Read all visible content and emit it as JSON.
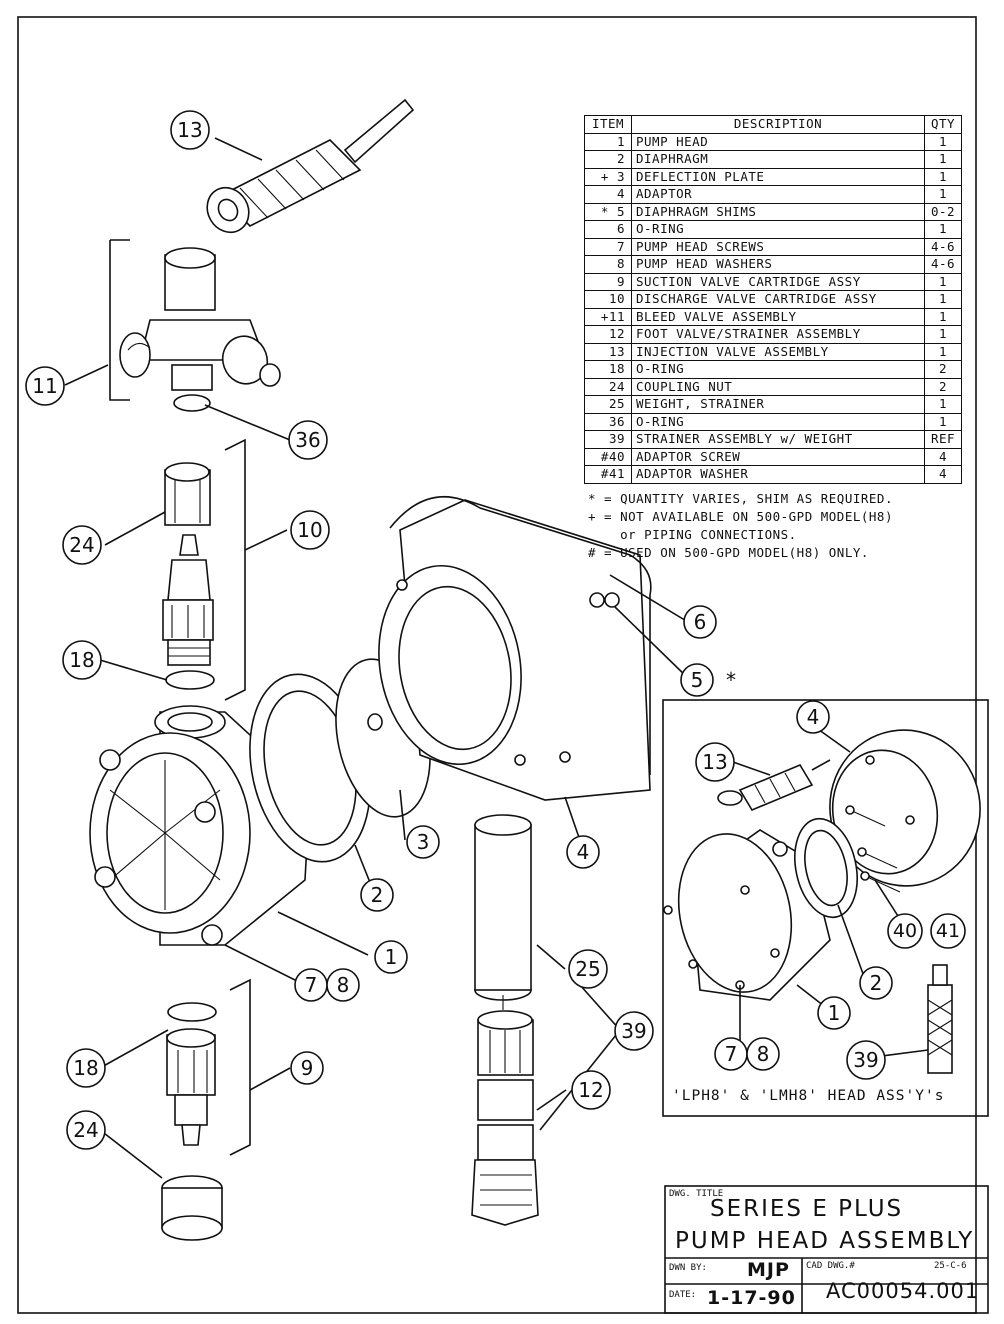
{
  "bom": {
    "headers": {
      "item": "ITEM",
      "description": "DESCRIPTION",
      "qty": "QTY"
    },
    "rows": [
      {
        "item": "1",
        "description": "PUMP HEAD",
        "qty": "1"
      },
      {
        "item": "2",
        "description": "DIAPHRAGM",
        "qty": "1"
      },
      {
        "item": "+ 3",
        "description": "DEFLECTION PLATE",
        "qty": "1"
      },
      {
        "item": "4",
        "description": "ADAPTOR",
        "qty": "1"
      },
      {
        "item": "* 5",
        "description": "DIAPHRAGM SHIMS",
        "qty": "0-2"
      },
      {
        "item": "6",
        "description": "O-RING",
        "qty": "1"
      },
      {
        "item": "7",
        "description": "PUMP HEAD SCREWS",
        "qty": "4-6"
      },
      {
        "item": "8",
        "description": "PUMP HEAD WASHERS",
        "qty": "4-6"
      },
      {
        "item": "9",
        "description": "SUCTION VALVE CARTRIDGE ASSY",
        "qty": "1"
      },
      {
        "item": "10",
        "description": "DISCHARGE VALVE CARTRIDGE ASSY",
        "qty": "1"
      },
      {
        "item": "+11",
        "description": "BLEED VALVE ASSEMBLY",
        "qty": "1"
      },
      {
        "item": "12",
        "description": "FOOT VALVE/STRAINER ASSEMBLY",
        "qty": "1"
      },
      {
        "item": "13",
        "description": "INJECTION VALVE ASSEMBLY",
        "qty": "1"
      },
      {
        "item": "18",
        "description": "O-RING",
        "qty": "2"
      },
      {
        "item": "24",
        "description": "COUPLING NUT",
        "qty": "2"
      },
      {
        "item": "25",
        "description": "WEIGHT, STRAINER",
        "qty": "1"
      },
      {
        "item": "36",
        "description": "O-RING",
        "qty": "1"
      },
      {
        "item": "39",
        "description": "STRAINER ASSEMBLY w/ WEIGHT",
        "qty": "REF"
      },
      {
        "item": "#40",
        "description": "ADAPTOR SCREW",
        "qty": "4"
      },
      {
        "item": "#41",
        "description": "ADAPTOR WASHER",
        "qty": "4"
      }
    ]
  },
  "notes": {
    "n1": "* = QUANTITY VARIES, SHIM AS REQUIRED.",
    "n2": "+ = NOT AVAILABLE ON 500-GPD MODEL(H8)",
    "n3": "    or PIPING CONNECTIONS.",
    "n4": "# = USED ON 500-GPD MODEL(H8) ONLY."
  },
  "callouts": {
    "c1": "1",
    "c2": "2",
    "c3": "3",
    "c4": "4",
    "c5": "5",
    "c5mark": "*",
    "c6": "6",
    "c7": "7",
    "c8": "8",
    "c9": "9",
    "c10": "10",
    "c11": "11",
    "c12": "12",
    "c13": "13",
    "c18a": "18",
    "c18b": "18",
    "c24a": "24",
    "c24b": "24",
    "c25": "25",
    "c36": "36",
    "c39": "39"
  },
  "inset": {
    "caption": "'LPH8' & 'LMH8' HEAD ASS'Y's",
    "c4": "4",
    "c13": "13",
    "c2": "2",
    "c1": "1",
    "c7": "7",
    "c8": "8",
    "c40": "40",
    "c41": "41",
    "c39": "39"
  },
  "title_block": {
    "dwg_title_label": "DWG. TITLE",
    "title_line1": "SERIES E PLUS",
    "title_line2": "PUMP HEAD ASSEMBLY",
    "drawn_by_label": "DWN BY:",
    "drawn_by": "MJP",
    "cad_dwg_label": "CAD DWG.#",
    "sheet_code": "25-C-6",
    "date_label": "DATE:",
    "date": "1-17-90",
    "dwg_number": "AC00054.001"
  }
}
